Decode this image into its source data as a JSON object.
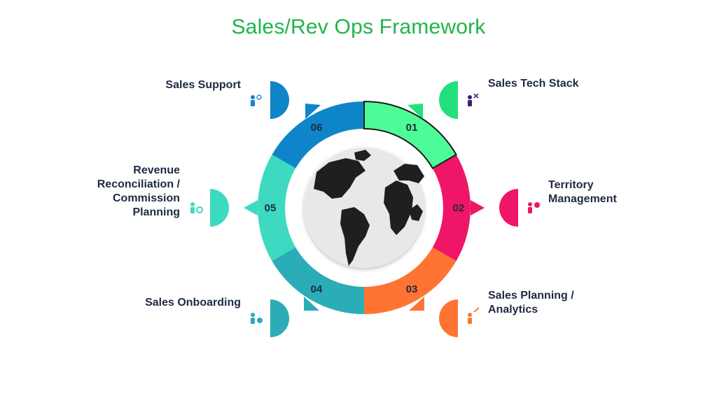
{
  "title": "Sales/Rev Ops Framework",
  "segments": [
    {
      "number": "01",
      "label": "Sales Tech Stack",
      "color": "#4dfc97",
      "tab_color": "#22e07b",
      "icon": "person-tools-icon"
    },
    {
      "number": "02",
      "label": "Territory Management",
      "color": "#ef1567",
      "tab_color": "#ef1567",
      "icon": "person-chart-icon"
    },
    {
      "number": "03",
      "label": "Sales Planning /  Analytics",
      "color": "#ff7433",
      "tab_color": "#ff7433",
      "icon": "person-planning-icon"
    },
    {
      "number": "04",
      "label": "Sales Onboarding",
      "color": "#2aadb6",
      "tab_color": "#2aadb6",
      "icon": "person-question-icon"
    },
    {
      "number": "05",
      "label": "Revenue Reconciliation / Commission Planning",
      "color": "#3dd9c1",
      "tab_color": "#3dd9c1",
      "icon": "person-gear-icon"
    },
    {
      "number": "06",
      "label": "Sales Support",
      "color": "#0f85c9",
      "tab_color": "#0f85c9",
      "icon": "person-idea-icon"
    }
  ]
}
